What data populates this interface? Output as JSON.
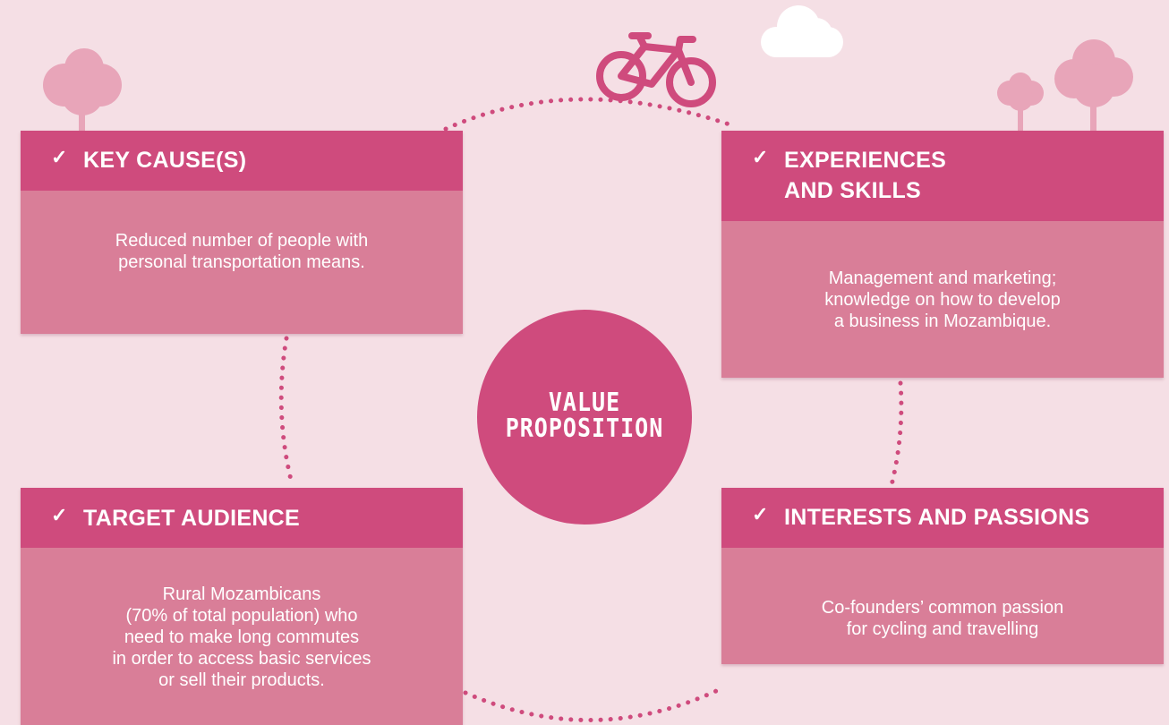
{
  "colors": {
    "background": "#f5dfe5",
    "header": "#cf4b7d",
    "body": "#d97e98",
    "tree": "#e8a5b9",
    "cloud": "#ffffff"
  },
  "icons": [
    "check-icon",
    "bicycle-icon",
    "cloud-icon",
    "tree-icon"
  ],
  "cards": {
    "key_cause": {
      "check": "✓",
      "title": "KEY CAUSE(S)",
      "body": [
        "Reduced number of people with",
        "personal transportation means."
      ]
    },
    "experiences": {
      "check": "✓",
      "title": [
        "EXPERIENCES",
        "AND SKILLS"
      ],
      "body": [
        "Management and marketing;",
        "knowledge on how to develop",
        "a business in Mozambique."
      ]
    },
    "target": {
      "check": "✓",
      "title": "TARGET AUDIENCE",
      "body": [
        "Rural Mozambicans",
        "(70% of total population) who",
        "need to make long commutes",
        "in order to access basic services",
        "or sell their products."
      ]
    },
    "interests": {
      "check": "✓",
      "title": "INTERESTS AND PASSIONS",
      "body": [
        "Co-founders’ common passion",
        "for cycling and travelling"
      ]
    }
  },
  "center": {
    "line1": "Value",
    "line2": "Proposition"
  }
}
